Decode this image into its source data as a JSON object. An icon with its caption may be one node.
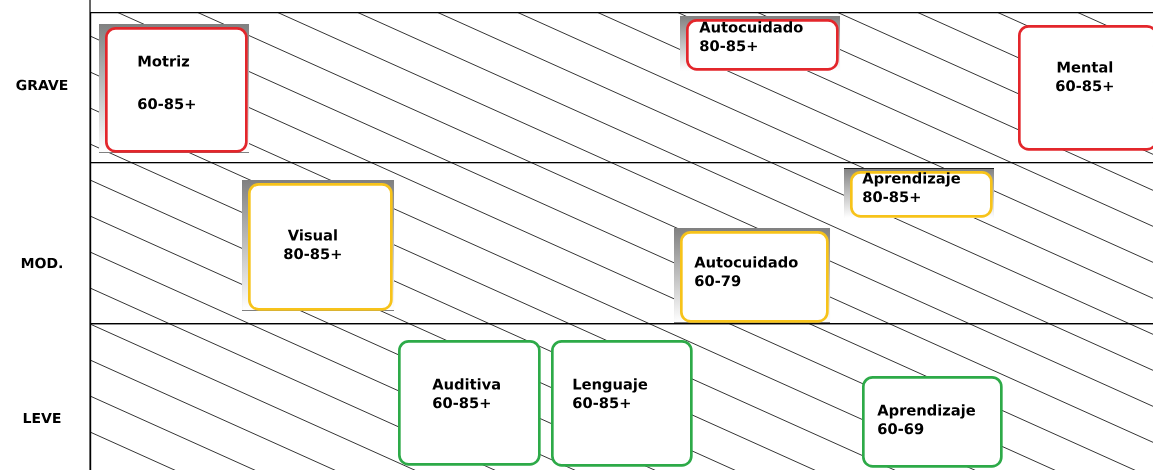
{
  "diagram": {
    "nodes": [
      {
        "text": [
          "GRAVE"
        ]
      },
      {
        "text": [
          "Motriz",
          "60-85+"
        ],
        "in": 0
      },
      {
        "text": [
          "Autocuidado",
          "80-85+"
        ],
        "in": 0
      },
      {
        "text": [
          "Mental",
          "60-85+"
        ],
        "in": 0
      },
      {
        "text": [
          "MOD."
        ]
      },
      {
        "text": [
          "Aprendizaje",
          "80-85+"
        ],
        "in": 4
      },
      {
        "text": [
          "Visual",
          "80-85+"
        ],
        "in": 4
      },
      {
        "text": [
          "Autocuidado",
          "60-79"
        ],
        "in": 4
      },
      {
        "text": [
          "LEVE"
        ]
      },
      {
        "text": [
          "Auditiva",
          "60-85+"
        ],
        "in": 8
      },
      {
        "text": [
          "Lenguaje",
          "60-85+"
        ],
        "in": 8
      },
      {
        "text": [
          "Aprendizaje",
          "60-69"
        ],
        "in": 8
      }
    ]
  }
}
